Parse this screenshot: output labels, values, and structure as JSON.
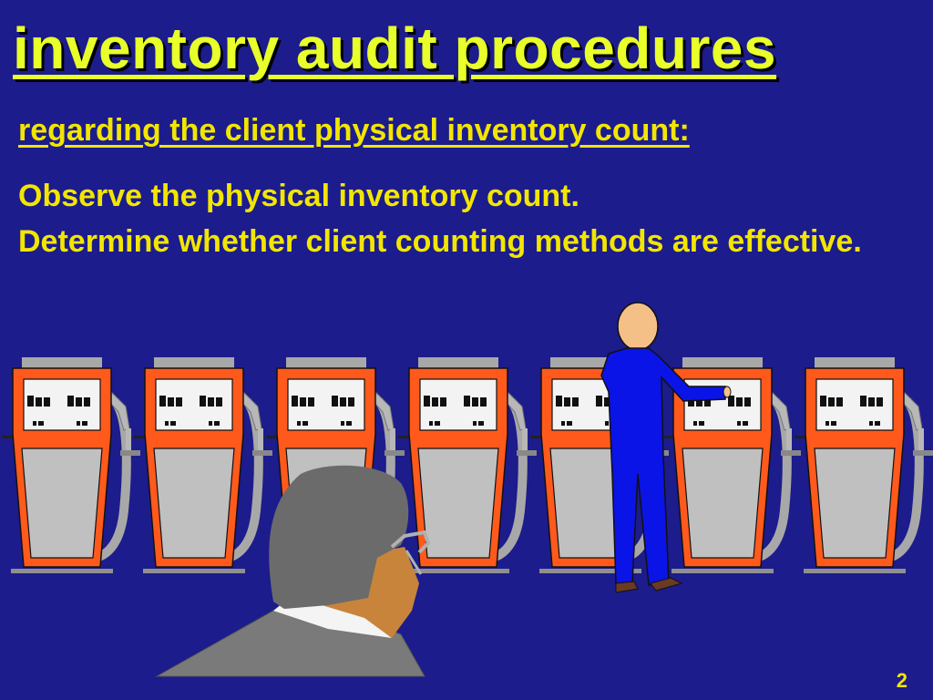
{
  "slide": {
    "title": "inventory audit procedures",
    "subtitle": "regarding the client physical inventory count:",
    "points": [
      "Observe the physical inventory count.",
      "Determine whether client counting methods are effective."
    ],
    "page_number": "2"
  },
  "colors": {
    "background": "#1c1c8c",
    "title": "#e8ff2a",
    "text": "#f2e600",
    "pump_frame": "#ff5a1c",
    "worker_suit": "#0a14e6"
  }
}
